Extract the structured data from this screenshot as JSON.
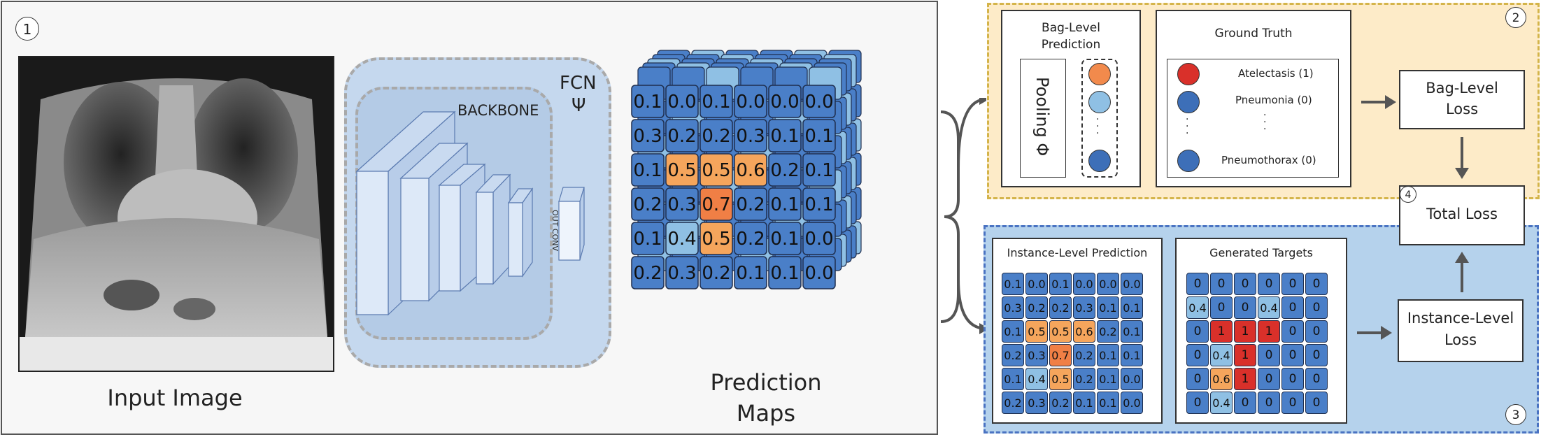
{
  "steps": {
    "one": "1",
    "two": "2",
    "three": "3",
    "four": "4"
  },
  "input_image": {
    "label": "Input Image"
  },
  "network": {
    "fcn_label": "FCN",
    "fcn_symbol": "Ψ",
    "backbone_label": "BACKBONE",
    "out_conv_label": "OUT CONV"
  },
  "prediction_maps": {
    "label_line1": "Prediction",
    "label_line2": "Maps",
    "values": [
      [
        "0.1",
        "0.0",
        "0.1",
        "0.0",
        "0.0",
        "0.0"
      ],
      [
        "0.3",
        "0.2",
        "0.2",
        "0.3",
        "0.1",
        "0.1"
      ],
      [
        "0.1",
        "0.5",
        "0.5",
        "0.6",
        "0.2",
        "0.1"
      ],
      [
        "0.2",
        "0.3",
        "0.7",
        "0.2",
        "0.1",
        "0.1"
      ],
      [
        "0.1",
        "0.4",
        "0.5",
        "0.2",
        "0.1",
        "0.0"
      ],
      [
        "0.2",
        "0.3",
        "0.2",
        "0.1",
        "0.1",
        "0.0"
      ]
    ]
  },
  "bag_level": {
    "title_line1": "Bag-Level",
    "title_line2": "Prediction",
    "pooling_label": "Pooling Φ",
    "dots_colors": [
      "#f28a4c",
      "#8fc0e4",
      "#3d6fb8"
    ]
  },
  "ground_truth": {
    "title": "Ground Truth",
    "items": [
      {
        "label": "Atelectasis (1)",
        "color": "#d9302a"
      },
      {
        "label": "Pneumonia  (0)",
        "color": "#3d6fb8"
      },
      {
        "label": "Pneumothorax (0)",
        "color": "#3d6fb8"
      }
    ]
  },
  "losses": {
    "bag_line1": "Bag-Level",
    "bag_line2": "Loss",
    "total": "Total Loss",
    "instance_line1": "Instance-Level",
    "instance_line2": "Loss"
  },
  "instance_prediction": {
    "title": "Instance-Level Prediction",
    "values": [
      [
        "0.1",
        "0.0",
        "0.1",
        "0.0",
        "0.0",
        "0.0"
      ],
      [
        "0.3",
        "0.2",
        "0.2",
        "0.3",
        "0.1",
        "0.1"
      ],
      [
        "0.1",
        "0.5",
        "0.5",
        "0.6",
        "0.2",
        "0.1"
      ],
      [
        "0.2",
        "0.3",
        "0.7",
        "0.2",
        "0.1",
        "0.1"
      ],
      [
        "0.1",
        "0.4",
        "0.5",
        "0.2",
        "0.1",
        "0.0"
      ],
      [
        "0.2",
        "0.3",
        "0.2",
        "0.1",
        "0.1",
        "0.0"
      ]
    ]
  },
  "generated_targets": {
    "title": "Generated Targets",
    "values": [
      [
        "0",
        "0",
        "0",
        "0",
        "0",
        "0"
      ],
      [
        "0.4",
        "0",
        "0",
        "0.4",
        "0",
        "0"
      ],
      [
        "0",
        "1",
        "1",
        "1",
        "0",
        "0"
      ],
      [
        "0",
        "0.4",
        "1",
        "0",
        "0",
        "0"
      ],
      [
        "0",
        "0.6",
        "1",
        "0",
        "0",
        "0"
      ],
      [
        "0",
        "0.4",
        "0",
        "0",
        "0",
        "0"
      ]
    ]
  },
  "colors": {
    "cell_low": "#4a7fc8",
    "cell_mid": "#8fc0e4",
    "cell_high": "#f5a55c",
    "cell_peak": "#f07f45",
    "target_one": "#d9302a",
    "arrow": "#555555"
  }
}
